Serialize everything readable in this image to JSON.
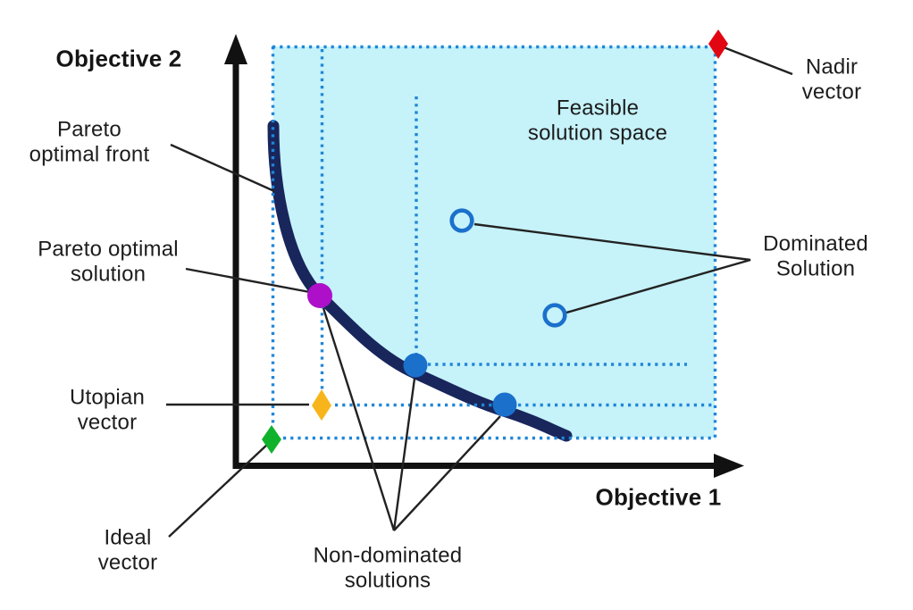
{
  "labels": {
    "objective_2_axis": "Objective 2",
    "objective_1_axis": "Objective 1",
    "pareto_optimal_front": "Pareto\noptimal front",
    "pareto_optimal_solution": "Pareto optimal\nsolution",
    "utopian_vector": "Utopian\nvector",
    "ideal_vector": "Ideal\nvector",
    "non_dominated_solutions": "Non-dominated\nsolutions",
    "feasible_solution_space": "Feasible\nsolution space",
    "nadir_vector": "Nadir\nvector",
    "dominated_solution": "Dominated\nSolution"
  },
  "colors": {
    "feasible_fill": "#c6f2f9",
    "guide_blue": "#1f86d8",
    "front_navy": "#18265c",
    "axis_black": "#111111",
    "pointer_black": "#222222",
    "pareto_solution_magenta": "#ae10c9",
    "non_dominated_blue": "#1b70cc",
    "dominated_blue": "#1b70cc",
    "nadir_red": "#e20613",
    "utopian_yellow": "#f8b51b",
    "ideal_green": "#10b22c"
  }
}
